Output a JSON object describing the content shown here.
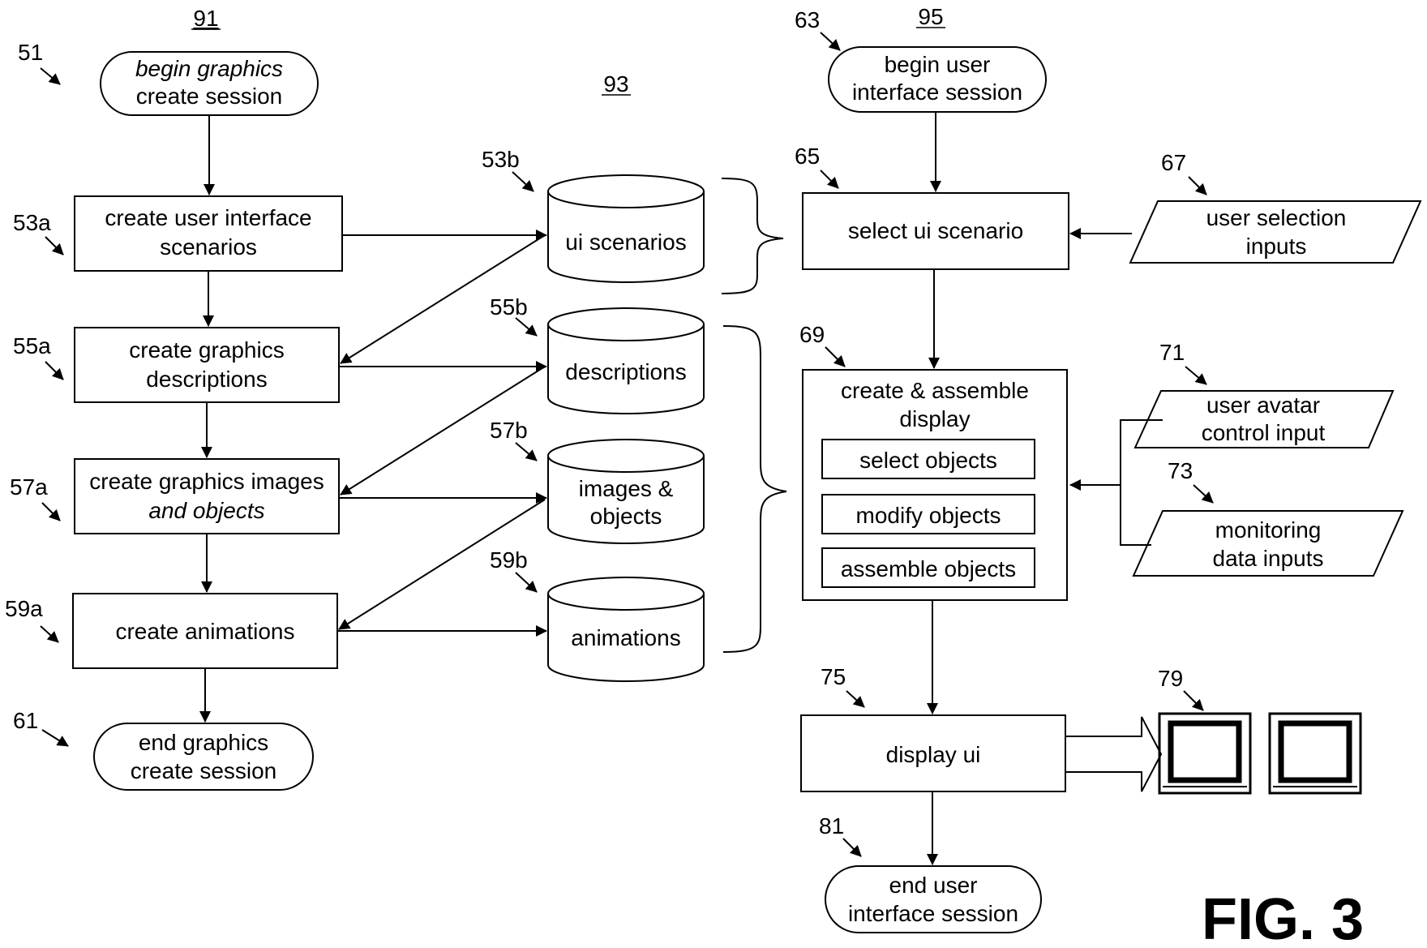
{
  "section_labels": {
    "left": "91",
    "middle": "93",
    "right": "95"
  },
  "figure_label": "FIG. 3",
  "left_flow": {
    "start_ref": "51",
    "start": [
      "begin graphics",
      "create session"
    ],
    "steps": [
      {
        "ref": "53a",
        "lines": [
          "create user interface",
          "scenarios"
        ]
      },
      {
        "ref": "55a",
        "lines": [
          "create graphics",
          "descriptions"
        ]
      },
      {
        "ref": "57a",
        "lines": [
          "create graphics images",
          "and objects"
        ]
      },
      {
        "ref": "59a",
        "lines": [
          "create animations"
        ]
      }
    ],
    "end_ref": "61",
    "end": [
      "end graphics",
      "create session"
    ]
  },
  "databases": [
    {
      "ref": "53b",
      "lines": [
        "ui scenarios"
      ]
    },
    {
      "ref": "55b",
      "lines": [
        "descriptions"
      ]
    },
    {
      "ref": "57b",
      "lines": [
        "images &",
        "objects"
      ]
    },
    {
      "ref": "59b",
      "lines": [
        "animations"
      ]
    }
  ],
  "right_flow": {
    "start_ref": "63",
    "start": [
      "begin user",
      "interface session"
    ],
    "select_ref": "65",
    "select": "select ui scenario",
    "assemble_ref": "69",
    "assemble": [
      "create & assemble",
      "display"
    ],
    "sub_steps": [
      "select objects",
      "modify objects",
      "assemble objects"
    ],
    "display_ref": "75",
    "display": "display ui",
    "end_ref": "81",
    "end": [
      "end user",
      "interface session"
    ],
    "monitors_ref": "79"
  },
  "inputs": [
    {
      "ref": "67",
      "lines": [
        "user selection",
        "inputs"
      ]
    },
    {
      "ref": "71",
      "lines": [
        "user avatar",
        "control input"
      ]
    },
    {
      "ref": "73",
      "lines": [
        "monitoring",
        "data inputs"
      ]
    }
  ]
}
